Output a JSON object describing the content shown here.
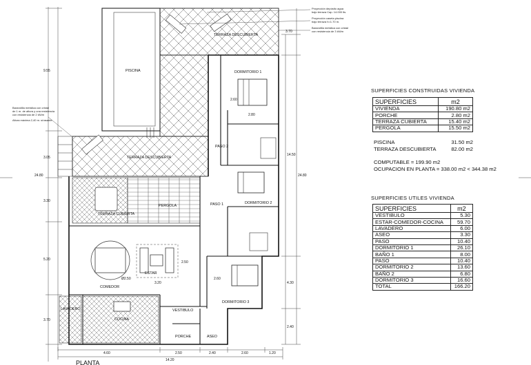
{
  "plan": {
    "title": "PLANTA",
    "rooms": {
      "piscina": "PISCINA",
      "terraza_descubierta_top": "TERRAZA DESCUBIERTA",
      "terraza_descubierta_mid": "TERRAZA DESCUBIERTA",
      "terraza_cubierta": "TERRAZA CUBIERTA",
      "pergola": "PERGOLA",
      "dormitorio_1": "DORMITORIO 1",
      "dormitorio_2": "DORMITORIO 2",
      "dormitorio_3": "DORMITORIO 3",
      "paso_1": "PASO 1",
      "paso_2": "PASO 2",
      "comedor": "COMEDOR",
      "estar": "ESTAR",
      "cocina": "COCINA",
      "lavadero": "LAVADERO",
      "vestibulo": "VESTIBULO",
      "porche": "PORCHE",
      "aseo": "ASEO"
    },
    "notes": {
      "proy_deposito": "Proyección depósito agua",
      "proy_deposito_2": "bajo terraza Cap. 14.000 lts.",
      "proy_caseta": "Proyección caseta piscina",
      "proy_caseta_2": "bajo terraza h=1.70 m.",
      "barandilla_1": "Barandilla metálica con cristal",
      "barandilla_1b": "con resistencia de 3 kN/m",
      "barandilla_2": "Barandilla metálica con cristal",
      "barandilla_2b": "de 1 m. de altura y una resistencia",
      "barandilla_2c": "con resistencia de 2 kN/m",
      "altura_max": "Altura máxima 2,40 m. s/rasante"
    },
    "dims": {
      "l955": "9.55",
      "l305": "3.05",
      "l2480": "24.80",
      "l330": "3.30",
      "l520": "5.20",
      "l370": "3.70",
      "r370": "3.70",
      "r1450": "14.50",
      "r2480": "24.80",
      "r430": "4.30",
      "r240": "2.40",
      "b460": "4.60",
      "b250": "2.50",
      "b240": "2.40",
      "b260": "2.60",
      "b120": "1.20",
      "b1420": "14.20",
      "d260a": "2.60",
      "d280": "2.80",
      "d250": "2.50",
      "d320": "3.20",
      "d260b": "2.60",
      "d250b": "Ø2.50"
    }
  },
  "construidas": {
    "title": "SUPERFICIES  CONSTRUIDAS  VIVIENDA",
    "header": {
      "name": "SUPERFICIES",
      "unit": "m2"
    },
    "rows": [
      {
        "name": "VIVIENDA",
        "value": "190.80  m2"
      },
      {
        "name": "PORCHE",
        "value": "2.80  m2"
      },
      {
        "name": "TERRAZA  CUBIERTA",
        "value": "15.40  m2"
      },
      {
        "name": "PERGOLA",
        "value": "15.50  m2"
      }
    ],
    "extra": [
      {
        "name": "PISCINA",
        "value": "31.50  m2"
      },
      {
        "name": "TERRAZA  DESCUBIERTA",
        "value": "82.00  m2"
      }
    ],
    "computable": "COMPUTABLE  =  199.90  m2",
    "ocupacion": "OCUPACION  EN  PLANTA  =  338.00  m2  <  344.38  m2"
  },
  "utiles": {
    "title": "SUPERFICIES  UTILES  VIVIENDA",
    "header": {
      "name": "SUPERFICIES",
      "unit": "m2"
    },
    "rows": [
      {
        "name": "VESTIBULO",
        "value": "5.30"
      },
      {
        "name": "ESTAR-COMEDOR-COCINA",
        "value": "59.70"
      },
      {
        "name": "LAVADERO",
        "value": "6.00"
      },
      {
        "name": "ASEO",
        "value": "3.30"
      },
      {
        "name": "PASO",
        "value": "10.40"
      },
      {
        "name": "DORMITORIO  1",
        "value": "26.10"
      },
      {
        "name": "BAÑO  1",
        "value": "8.00"
      },
      {
        "name": "PASO",
        "value": "10.40"
      },
      {
        "name": "DORMITORIO  2",
        "value": "13.60"
      },
      {
        "name": "BAÑO  2",
        "value": "6.80"
      },
      {
        "name": "DORMITORIO  3",
        "value": "16.60"
      }
    ],
    "total": {
      "name": "TOTAL",
      "value": "166.20"
    }
  }
}
